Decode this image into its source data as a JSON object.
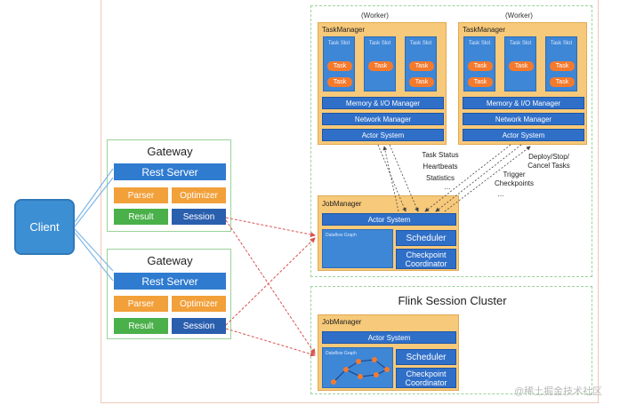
{
  "client": {
    "label": "Client"
  },
  "gateways": [
    {
      "title": "Gateway",
      "rest_server": "Rest Server",
      "parser": "Parser",
      "optimizer": "Optimizer",
      "result": "Result",
      "session": "Session"
    },
    {
      "title": "Gateway",
      "rest_server": "Rest Server",
      "parser": "Parser",
      "optimizer": "Optimizer",
      "result": "Result",
      "session": "Session"
    }
  ],
  "workers": [
    {
      "label": "(Worker)",
      "title": "TaskManager",
      "slot_label": "Task Slot",
      "task": "Task",
      "memory": "Memory & I/O Manager",
      "network": "Network Manager",
      "actor": "Actor System"
    },
    {
      "label": "(Worker)",
      "title": "TaskManager",
      "slot_label": "Task Slot",
      "task": "Task",
      "memory": "Memory & I/O Manager",
      "network": "Network Manager",
      "actor": "Actor System"
    }
  ],
  "annotations": {
    "left": [
      "Task Status",
      "Heartbeats",
      "Statistics",
      "..."
    ],
    "right": [
      "Deploy/Stop/",
      "Cancel Tasks",
      "Trigger",
      "Checkpoints",
      "..."
    ]
  },
  "jobmanager_top": {
    "title": "JobManager",
    "actor": "Actor System",
    "graph": "Dataflow Graph",
    "scheduler": "Scheduler",
    "checkpoint": "Checkpoint Coordinator"
  },
  "session_cluster": {
    "title": "Flink Session Cluster"
  },
  "jobmanager_bottom": {
    "title": "JobManager",
    "actor": "Actor System",
    "graph": "Dataflow Graph",
    "scheduler": "Scheduler",
    "checkpoint": "Checkpoint Coordinator"
  },
  "watermark": "@稀土掘金技术社区",
  "colors": {
    "client": "#3d8fd3",
    "rest": "#2f7bd0",
    "parser": "#f2a03a",
    "result": "#4ab04a",
    "session": "#2a5fae",
    "taskmanager": "#f7c97a",
    "task": "#f47a2e",
    "arrow_red": "#d9534f"
  }
}
